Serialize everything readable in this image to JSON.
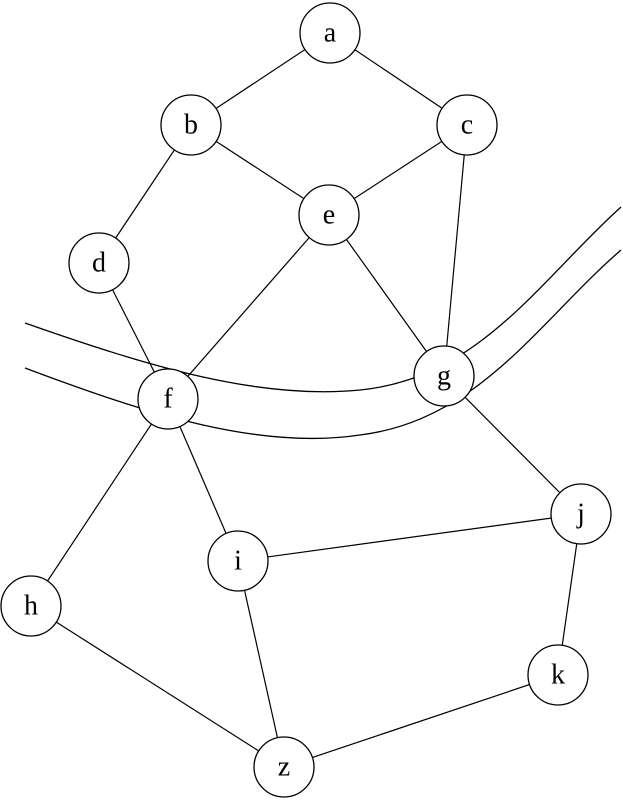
{
  "graph": {
    "nodes": [
      {
        "id": "a",
        "label": "a"
      },
      {
        "id": "b",
        "label": "b"
      },
      {
        "id": "c",
        "label": "c"
      },
      {
        "id": "d",
        "label": "d"
      },
      {
        "id": "e",
        "label": "e"
      },
      {
        "id": "f",
        "label": "f"
      },
      {
        "id": "g",
        "label": "g"
      },
      {
        "id": "h",
        "label": "h"
      },
      {
        "id": "i",
        "label": "i"
      },
      {
        "id": "j",
        "label": "j"
      },
      {
        "id": "k",
        "label": "k"
      },
      {
        "id": "z",
        "label": "z"
      }
    ],
    "edges": [
      [
        "a",
        "b"
      ],
      [
        "a",
        "c"
      ],
      [
        "b",
        "e"
      ],
      [
        "b",
        "d"
      ],
      [
        "c",
        "e"
      ],
      [
        "c",
        "g"
      ],
      [
        "d",
        "f"
      ],
      [
        "e",
        "f"
      ],
      [
        "e",
        "g"
      ],
      [
        "f",
        "h"
      ],
      [
        "f",
        "i"
      ],
      [
        "g",
        "j"
      ],
      [
        "i",
        "j"
      ],
      [
        "i",
        "z"
      ],
      [
        "h",
        "z"
      ],
      [
        "j",
        "k"
      ],
      [
        "k",
        "z"
      ]
    ]
  }
}
